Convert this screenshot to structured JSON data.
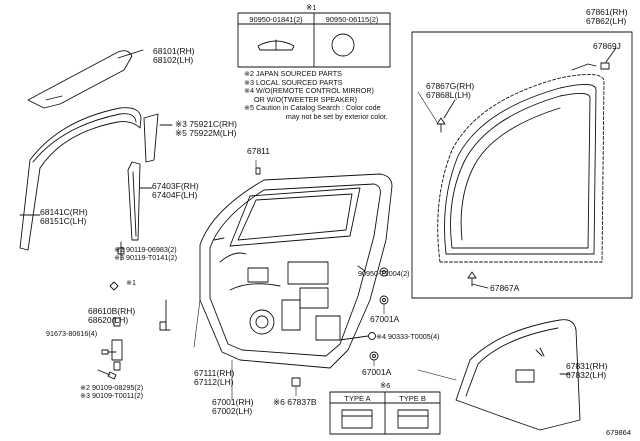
{
  "labels": {
    "l68101": [
      "68101(RH)",
      "68102(LH)"
    ],
    "l68141": [
      "68141C(RH)",
      "68151C(LH)"
    ],
    "l75921": [
      "※3 75921C(RH)",
      "※5 75922M(LH)"
    ],
    "l67403": [
      "67403F(RH)",
      "67404F(LH)"
    ],
    "l90119": [
      "※2 90119-06983(2)",
      "※3 90119-T0141(2)"
    ],
    "l68610": [
      "68610B(RH)",
      "68620(LH)"
    ],
    "l91673": "91673-80616(4)",
    "l90109": [
      "※2 90109-08295(2)",
      "※3 90109-T0011(2)"
    ],
    "l67111": [
      "67111(RH)",
      "67112(LH)"
    ],
    "l67001": [
      "67001(RH)",
      "67002(LH)"
    ],
    "l67837": "※6 67837B",
    "l67811": "67811",
    "l90950t": "90950-T1004(2)",
    "l67001a1": "67001A",
    "l90333": "※4 90333-T0005(4)",
    "l67001a2": "67001A",
    "l67861": [
      "67861(RH)",
      "67862(LH)"
    ],
    "l67869": "67869J",
    "l67867g": [
      "67867G(RH)",
      "67868L(LH)"
    ],
    "l67867a": "67867A",
    "l67831": [
      "67831(RH)",
      "67832(LH)"
    ],
    "lx1": "※1"
  },
  "topTable": {
    "mark": "※1",
    "cells": [
      "90950-01841(2)",
      "90950-06115(2)"
    ]
  },
  "notes": [
    "※2 JAPAN SOURCED PARTS",
    "※3 LOCAL SOURCED PARTS",
    "※4 W/O(REMOTE CONTROL MIRROR)",
    "     OR W/O(TWEETER SPEAKER)",
    "※5 Caution in Catalog Search : Color code",
    "                     may not be set by exterior color."
  ],
  "bottomTable": {
    "mark": "※6",
    "cells": [
      "TYPE A",
      "TYPE B"
    ]
  },
  "diagramId": "679864"
}
